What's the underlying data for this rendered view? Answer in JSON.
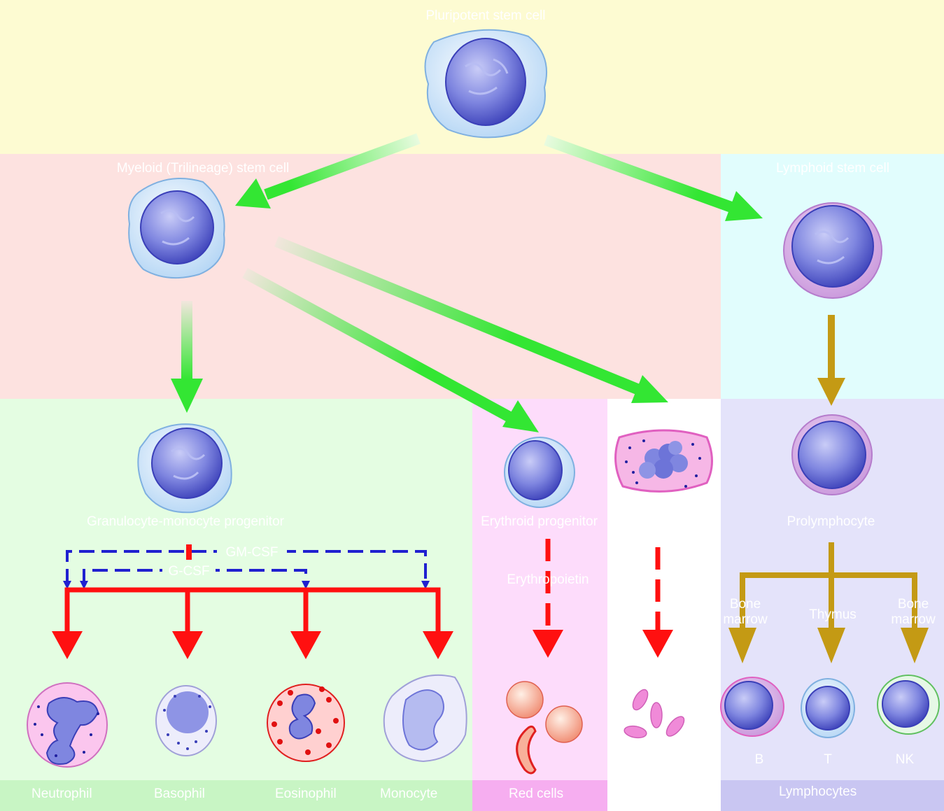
{
  "colors": {
    "stem_zone": "#fdfbd2",
    "myeloid_zone": "#fde2e0",
    "lymphoid_zone": "#e1fdfd",
    "granulocyte_zone": "#e4fde2",
    "erythroid_zone": "#fddcfb",
    "megakaryocyte_zone": "#ffffff",
    "lymphocyte_zone": "#e4e3fa",
    "green_arrow": "#33e633",
    "red_arrow": "#ff1010",
    "gold_arrow": "#c49a14",
    "cytokine_dash": "#2020d0"
  },
  "labels": {
    "pluripotent": "Pluripotent stem cell",
    "myeloid": "Myeloid (Trilineage) stem cell",
    "lymphoid": "Lymphoid stem cell",
    "granulocyte_progenitor": "Granulocyte-monocyte progenitor",
    "erythroid_progenitor": "Erythroid progenitor",
    "prolymphocyte": "Prolymphocyte",
    "gm_csf": "GM-CSF",
    "g_csf": "G-CSF",
    "erythropoietin": "Erythropoietin",
    "bone_marrow_left": "Bone\nmarrow",
    "thymus": "Thymus",
    "bone_marrow_right": "Bone\nmarrow",
    "b": "B",
    "t": "T",
    "nk": "NK"
  },
  "footer": {
    "neutrophil": "Neutrophil",
    "basophil": "Basophil",
    "eosinophil": "Eosinophil",
    "monocyte": "Monocyte",
    "red_cells": "Red cells",
    "lymphocytes": "Lymphocytes"
  }
}
